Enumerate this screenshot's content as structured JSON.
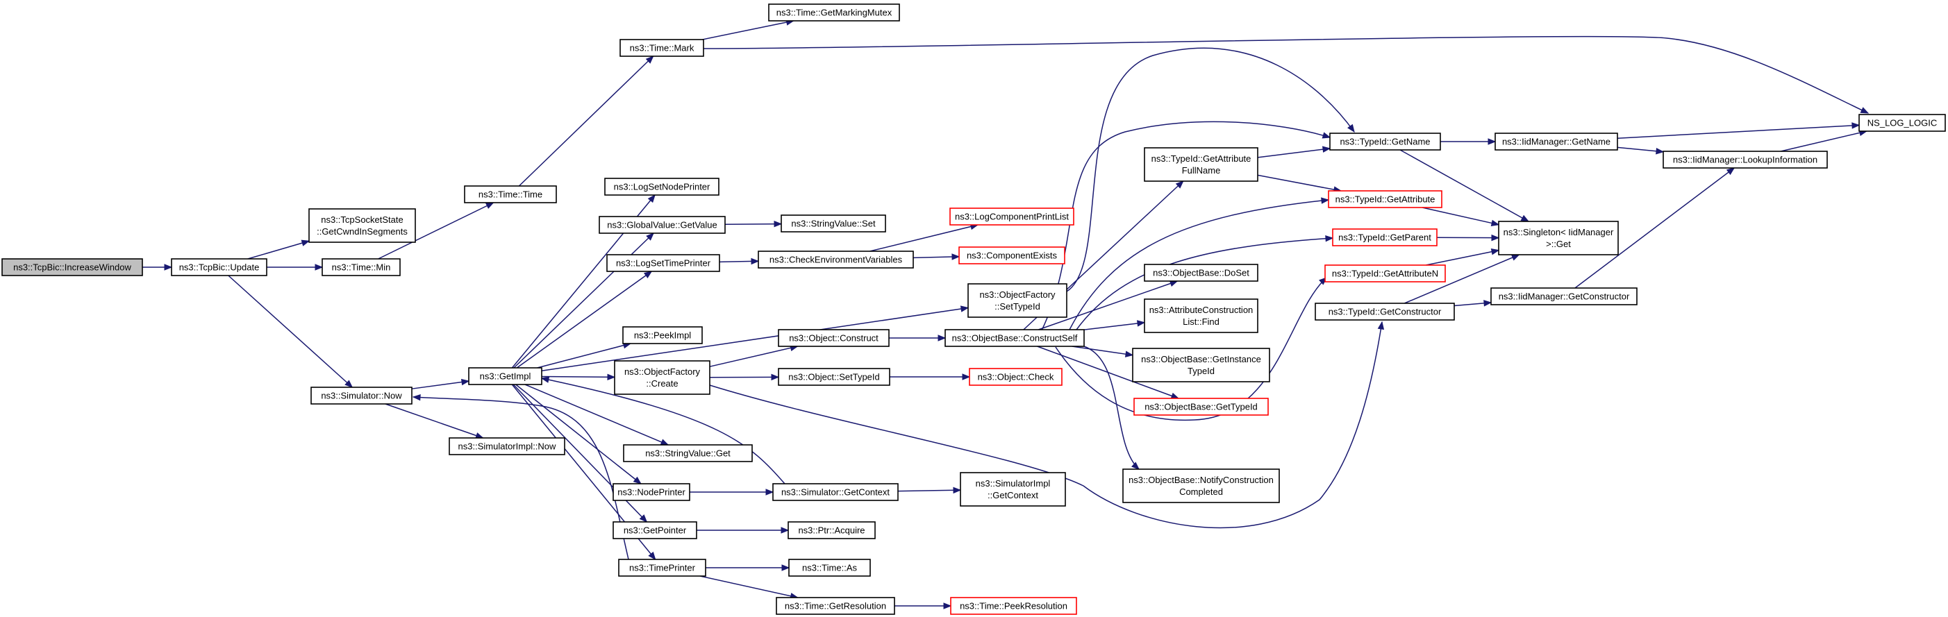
{
  "colors": {
    "edge": "#191970",
    "node_border": "#000000",
    "node_border_incomplete": "#ff0000",
    "root_fill": "#bfbfbf",
    "node_fill": "#ffffff"
  },
  "nodes": [
    {
      "id": "n0",
      "lines": [
        "ns3::TcpBic::IncreaseWindow"
      ],
      "style": "root"
    },
    {
      "id": "n1",
      "lines": [
        "ns3::TcpBic::Update"
      ],
      "style": "normal"
    },
    {
      "id": "n2",
      "lines": [
        "ns3::TcpSocketState",
        "::GetCwndInSegments"
      ],
      "style": "normal"
    },
    {
      "id": "n3",
      "lines": [
        "ns3::Time::Min"
      ],
      "style": "normal"
    },
    {
      "id": "n4",
      "lines": [
        "ns3::Simulator::Now"
      ],
      "style": "normal"
    },
    {
      "id": "n5",
      "lines": [
        "ns3::Time::Time"
      ],
      "style": "normal"
    },
    {
      "id": "n6",
      "lines": [
        "ns3::Time::Mark"
      ],
      "style": "normal"
    },
    {
      "id": "n7",
      "lines": [
        "ns3::Time::GetMarkingMutex"
      ],
      "style": "normal"
    },
    {
      "id": "n8",
      "lines": [
        "NS_LOG_LOGIC"
      ],
      "style": "normal"
    },
    {
      "id": "n9",
      "lines": [
        "ns3::GetImpl"
      ],
      "style": "normal"
    },
    {
      "id": "n10",
      "lines": [
        "ns3::SimulatorImpl::Now"
      ],
      "style": "normal"
    },
    {
      "id": "n11",
      "lines": [
        "ns3::LogSetNodePrinter"
      ],
      "style": "normal"
    },
    {
      "id": "n12",
      "lines": [
        "ns3::GlobalValue::GetValue"
      ],
      "style": "normal"
    },
    {
      "id": "n13",
      "lines": [
        "ns3::StringValue::Set"
      ],
      "style": "normal"
    },
    {
      "id": "n14",
      "lines": [
        "ns3::LogSetTimePrinter"
      ],
      "style": "normal"
    },
    {
      "id": "n15",
      "lines": [
        "ns3::CheckEnvironmentVariables"
      ],
      "style": "normal"
    },
    {
      "id": "n16",
      "lines": [
        "ns3::LogComponentPrintList"
      ],
      "style": "red"
    },
    {
      "id": "n17",
      "lines": [
        "ns3::ComponentExists"
      ],
      "style": "red"
    },
    {
      "id": "n18",
      "lines": [
        "ns3::ObjectFactory",
        "::SetTypeId"
      ],
      "style": "normal"
    },
    {
      "id": "n19",
      "lines": [
        "ns3::PeekImpl"
      ],
      "style": "normal"
    },
    {
      "id": "n20",
      "lines": [
        "ns3::ObjectFactory",
        "::Create"
      ],
      "style": "normal"
    },
    {
      "id": "n21",
      "lines": [
        "ns3::Object::Construct"
      ],
      "style": "normal"
    },
    {
      "id": "n22",
      "lines": [
        "ns3::Object::SetTypeId"
      ],
      "style": "normal"
    },
    {
      "id": "n23",
      "lines": [
        "ns3::ObjectBase::ConstructSelf"
      ],
      "style": "normal"
    },
    {
      "id": "n24",
      "lines": [
        "ns3::Object::Check"
      ],
      "style": "red"
    },
    {
      "id": "n25",
      "lines": [
        "ns3::StringValue::Get"
      ],
      "style": "normal"
    },
    {
      "id": "n26",
      "lines": [
        "ns3::NodePrinter"
      ],
      "style": "normal"
    },
    {
      "id": "n27",
      "lines": [
        "ns3::Simulator::GetContext"
      ],
      "style": "normal"
    },
    {
      "id": "n28",
      "lines": [
        "ns3::SimulatorImpl",
        "::GetContext"
      ],
      "style": "normal"
    },
    {
      "id": "n29",
      "lines": [
        "ns3::GetPointer"
      ],
      "style": "normal"
    },
    {
      "id": "n30",
      "lines": [
        "ns3::Ptr::Acquire"
      ],
      "style": "normal"
    },
    {
      "id": "n31",
      "lines": [
        "ns3::TimePrinter"
      ],
      "style": "normal"
    },
    {
      "id": "n32",
      "lines": [
        "ns3::Time::As"
      ],
      "style": "normal"
    },
    {
      "id": "n33",
      "lines": [
        "ns3::Time::GetResolution"
      ],
      "style": "normal"
    },
    {
      "id": "n34",
      "lines": [
        "ns3::Time::PeekResolution"
      ],
      "style": "red"
    },
    {
      "id": "n35",
      "lines": [
        "ns3::TypeId::GetAttribute",
        "FullName"
      ],
      "style": "normal"
    },
    {
      "id": "n36",
      "lines": [
        "ns3::ObjectBase::DoSet"
      ],
      "style": "normal"
    },
    {
      "id": "n37",
      "lines": [
        "ns3::AttributeConstruction",
        "List::Find"
      ],
      "style": "normal"
    },
    {
      "id": "n38",
      "lines": [
        "ns3::ObjectBase::GetInstance",
        "TypeId"
      ],
      "style": "normal"
    },
    {
      "id": "n39",
      "lines": [
        "ns3::ObjectBase::GetTypeId"
      ],
      "style": "red"
    },
    {
      "id": "n40",
      "lines": [
        "ns3::ObjectBase::NotifyConstruction",
        "Completed"
      ],
      "style": "normal"
    },
    {
      "id": "n41",
      "lines": [
        "ns3::TypeId::GetName"
      ],
      "style": "normal"
    },
    {
      "id": "n42",
      "lines": [
        "ns3::TypeId::GetAttribute"
      ],
      "style": "red"
    },
    {
      "id": "n43",
      "lines": [
        "ns3::TypeId::GetParent"
      ],
      "style": "red"
    },
    {
      "id": "n44",
      "lines": [
        "ns3::TypeId::GetAttributeN"
      ],
      "style": "red"
    },
    {
      "id": "n45",
      "lines": [
        "ns3::TypeId::GetConstructor"
      ],
      "style": "normal"
    },
    {
      "id": "n46",
      "lines": [
        "ns3::IidManager::GetName"
      ],
      "style": "normal"
    },
    {
      "id": "n47",
      "lines": [
        "ns3::Singleton< IidManager",
        " >::Get"
      ],
      "style": "normal"
    },
    {
      "id": "n48",
      "lines": [
        "ns3::IidManager::GetConstructor"
      ],
      "style": "normal"
    },
    {
      "id": "n49",
      "lines": [
        "ns3::IidManager::LookupInformation"
      ],
      "style": "normal"
    }
  ],
  "edges": [
    [
      "n0",
      "n1"
    ],
    [
      "n1",
      "n2"
    ],
    [
      "n1",
      "n3"
    ],
    [
      "n1",
      "n4"
    ],
    [
      "n3",
      "n5"
    ],
    [
      "n5",
      "n6"
    ],
    [
      "n6",
      "n7"
    ],
    [
      "n6",
      "n8"
    ],
    [
      "n4",
      "n9"
    ],
    [
      "n4",
      "n10"
    ],
    [
      "n9",
      "n11"
    ],
    [
      "n9",
      "n12"
    ],
    [
      "n12",
      "n13"
    ],
    [
      "n9",
      "n14"
    ],
    [
      "n14",
      "n15"
    ],
    [
      "n15",
      "n16"
    ],
    [
      "n15",
      "n17"
    ],
    [
      "n9",
      "n18"
    ],
    [
      "n9",
      "n19"
    ],
    [
      "n9",
      "n20"
    ],
    [
      "n20",
      "n21"
    ],
    [
      "n20",
      "n22"
    ],
    [
      "n20",
      "n45"
    ],
    [
      "n21",
      "n23"
    ],
    [
      "n22",
      "n24"
    ],
    [
      "n9",
      "n25"
    ],
    [
      "n9",
      "n26"
    ],
    [
      "n26",
      "n27"
    ],
    [
      "n27",
      "n28"
    ],
    [
      "n27",
      "n9"
    ],
    [
      "n9",
      "n29"
    ],
    [
      "n29",
      "n30"
    ],
    [
      "n9",
      "n31"
    ],
    [
      "n31",
      "n4"
    ],
    [
      "n31",
      "n32"
    ],
    [
      "n31",
      "n33"
    ],
    [
      "n33",
      "n34"
    ],
    [
      "n18",
      "n41"
    ],
    [
      "n23",
      "n35"
    ],
    [
      "n23",
      "n41"
    ],
    [
      "n23",
      "n42"
    ],
    [
      "n23",
      "n43"
    ],
    [
      "n23",
      "n36"
    ],
    [
      "n23",
      "n37"
    ],
    [
      "n23",
      "n38"
    ],
    [
      "n23",
      "n39"
    ],
    [
      "n23",
      "n40"
    ],
    [
      "n23",
      "n44"
    ],
    [
      "n35",
      "n41"
    ],
    [
      "n35",
      "n42"
    ],
    [
      "n41",
      "n46"
    ],
    [
      "n41",
      "n47"
    ],
    [
      "n42",
      "n47"
    ],
    [
      "n43",
      "n47"
    ],
    [
      "n44",
      "n47"
    ],
    [
      "n45",
      "n47"
    ],
    [
      "n45",
      "n48"
    ],
    [
      "n46",
      "n8"
    ],
    [
      "n46",
      "n49"
    ],
    [
      "n48",
      "n49"
    ],
    [
      "n49",
      "n8"
    ]
  ]
}
